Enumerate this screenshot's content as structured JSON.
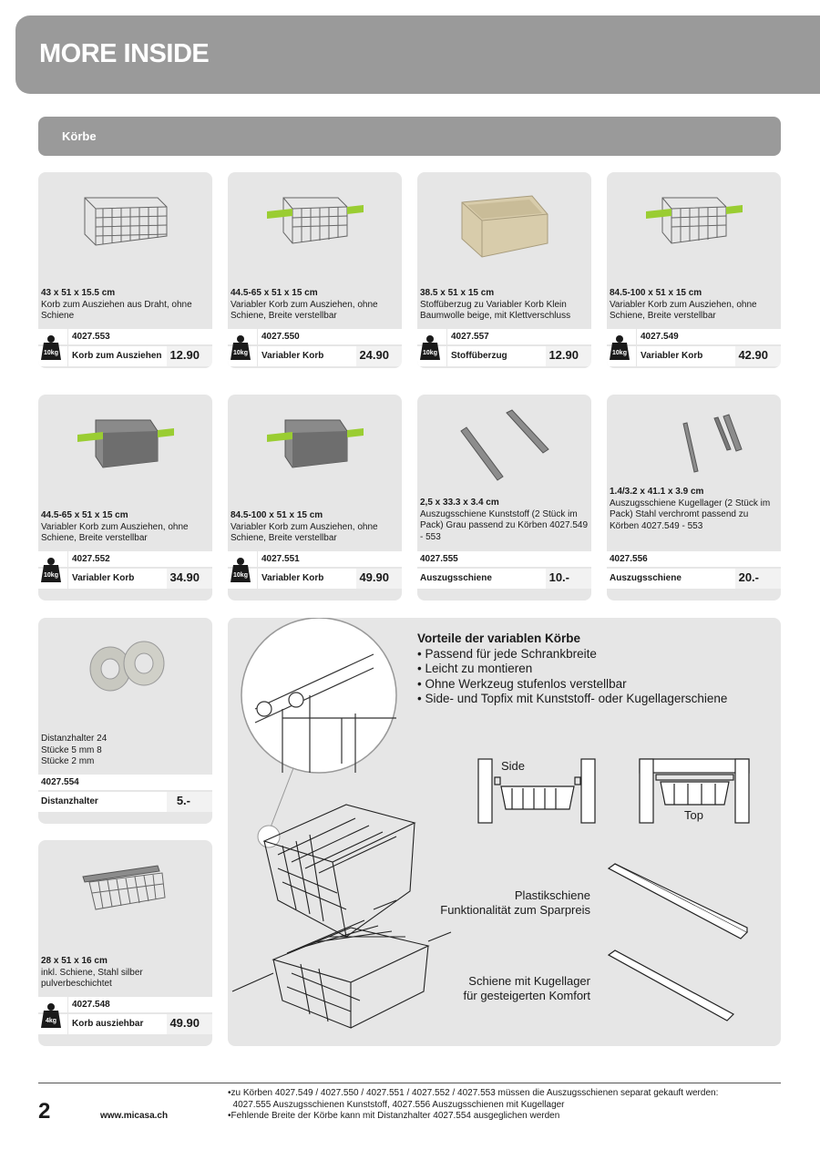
{
  "header": {
    "title": "MORE INSIDE"
  },
  "section": {
    "title": "Körbe"
  },
  "products": [
    {
      "dims": "43 x 51 x 15.5 cm",
      "desc": "Korb zum Ausziehen aus Draht, ohne Schiene",
      "article": "4027.553",
      "name": "Korb zum Ausziehen",
      "price": "12.90",
      "weight": "10kg"
    },
    {
      "dims": "44.5-65 x 51 x 15 cm",
      "desc": "Variabler Korb zum Ausziehen, ohne Schiene, Breite verstellbar",
      "article": "4027.550",
      "name": "Variabler Korb",
      "price": "24.90",
      "weight": "10kg"
    },
    {
      "dims": "38.5 x 51 x 15 cm",
      "desc": "Stoffüberzug zu Variabler Korb Klein Baumwolle beige, mit Klettverschluss",
      "article": "4027.557",
      "name": "Stoffüberzug",
      "price": "12.90",
      "weight": "10kg"
    },
    {
      "dims": "84.5-100 x 51 x 15 cm",
      "desc": "Variabler Korb zum Ausziehen, ohne Schiene, Breite verstellbar",
      "article": "4027.549",
      "name": "Variabler Korb",
      "price": "42.90",
      "weight": "10kg"
    },
    {
      "dims": "44.5-65 x 51 x 15 cm",
      "desc": "Variabler Korb zum Ausziehen, ohne Schiene, Breite verstellbar",
      "article": "4027.552",
      "name": "Variabler Korb",
      "price": "34.90",
      "weight": "10kg"
    },
    {
      "dims": "84.5-100 x 51 x 15 cm",
      "desc": "Variabler Korb zum Ausziehen, ohne Schiene, Breite verstellbar",
      "article": "4027.551",
      "name": "Variabler Korb",
      "price": "49.90",
      "weight": "10kg"
    },
    {
      "dims": "2,5 x 33.3 x 3.4 cm",
      "desc": "Auszugsschiene Kunststoff (2 Stück im Pack) Grau passend zu Körben 4027.549 - 553",
      "article": "4027.555",
      "name": "Auszugsschiene",
      "price": "10.-"
    },
    {
      "dims": "1.4/3.2 x 41.1 x 3.9 cm",
      "desc": "Auszugsschiene Kugellager (2 Stück im Pack) Stahl verchromt passend zu Körben 4027.549 - 553",
      "article": "4027.556",
      "name": "Auszugsschiene",
      "price": "20.-"
    },
    {
      "dims": "",
      "desc": "Distanzhalter 24 Stücke 5 mm 8 Stücke 2 mm",
      "article": "4027.554",
      "name": "Distanzhalter",
      "price": "5.-"
    },
    {
      "dims": "28 x 51 x 16 cm",
      "desc": "inkl. Schiene, Stahl silber pulverbeschichtet",
      "article": "4027.548",
      "name": "Korb ausziehbar",
      "price": "49.90",
      "weight": "4kg"
    }
  ],
  "advantages": {
    "title": "Vorteile der variablen Körbe",
    "items": [
      "• Passend für jede Schrankbreite",
      "• Leicht zu montieren",
      "• Ohne Werkzeug stufenlos verstellbar",
      "• Side- und Topfix mit Kunststoff- oder Kugellagerschiene"
    ]
  },
  "diagram": {
    "side": "Side",
    "top": "Top",
    "plastic_1": "Plastikschiene",
    "plastic_2": "Funktionalität zum Sparpreis",
    "ball_1": "Schiene mit Kugellager",
    "ball_2": "für gesteigerten Komfort"
  },
  "footer": {
    "page": "2",
    "site": "www.micasa.ch",
    "note1": "•zu Körben 4027.549 / 4027.550 / 4027.551 / 4027.552 / 4027.553 müssen die Auszugsschienen separat gekauft werden:",
    "note2": "  4027.555 Auszugsschienen Kunststoff, 4027.556 Auszugsschienen mit Kugellager",
    "note3": "•Fehlende Breite der Körbe kann mit Distanzhalter 4027.554 ausgeglichen werden"
  }
}
